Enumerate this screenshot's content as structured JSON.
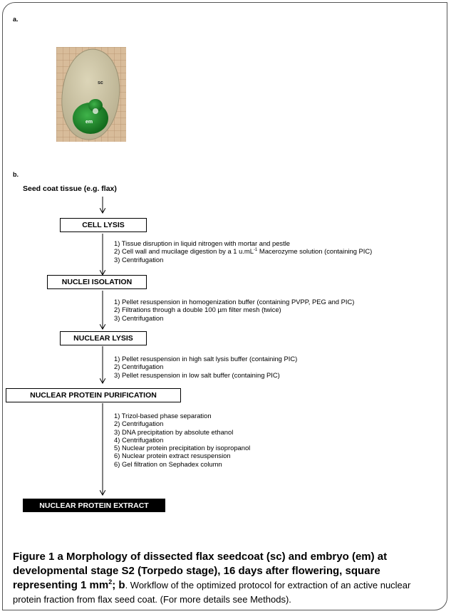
{
  "figure": {
    "panel_a_label": "a.",
    "panel_b_label": "b.",
    "photo": {
      "sc_label": "sc",
      "em_label": "em"
    },
    "start_label": "Seed coat tissue (e.g. flax)",
    "steps": [
      {
        "title": "CELL LYSIS",
        "substeps": [
          "1) Tissue disruption in liquid nitrogen with mortar and pestle",
          "2) Cell wall and mucilage digestion by a 1 u.mL",
          "3) Centrifugation"
        ],
        "unit_superscript": "-1",
        "unit_suffix": " Macerozyme solution (containing PIC)"
      },
      {
        "title": "NUCLEI ISOLATION",
        "substeps": [
          "1) Pellet resuspension in homogenization buffer (containing PVPP, PEG and PIC)",
          "2) Filtrations through a double 100 µm filter mesh (twice)",
          "3) Centrifugation"
        ]
      },
      {
        "title": "NUCLEAR LYSIS",
        "substeps": [
          "1) Pellet resuspension in high salt lysis buffer (containing PIC)",
          "2) Centrifugation",
          "3) Pellet resuspension in low salt buffer (containing PIC)"
        ]
      },
      {
        "title": "NUCLEAR PROTEIN PURIFICATION",
        "substeps": [
          "1) Trizol-based phase separation",
          "2) Centrifugation",
          "3) DNA precipitation by absolute ethanol",
          "4) Centrifugation",
          "5) Nuclear protein precipitation by isopropanol",
          "6) Nuclear protein extract resuspension",
          "6) Gel filtration on Sephadex column"
        ]
      }
    ],
    "final_step": "NUCLEAR PROTEIN EXTRACT"
  },
  "caption": {
    "bold_lead": "Figure 1 a Morphology of dissected flax seedcoat (sc) and embryo (em) at developmental stage S2 (Torpedo stage), 16 days after flowering, square representing 1 mm",
    "bold_sup": "2",
    "bold_tail": "; b",
    "normal_text": ". Workflow of the optimized protocol for extraction of an active nuclear protein fraction from flax seed coat. (For more details see Methods)."
  },
  "colors": {
    "seed_coat": "#cfc7a8",
    "embryo": "#1f8a2a",
    "background_grid": "#c9a98a",
    "final_box": "#000000"
  }
}
